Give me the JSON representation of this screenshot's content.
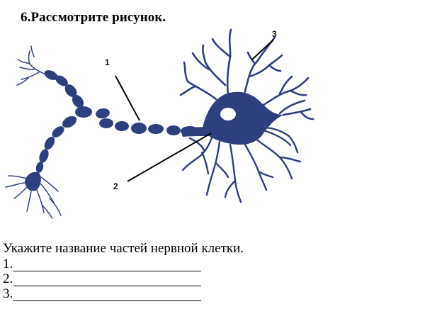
{
  "task": {
    "title": "6.Рассмотрите рисунок.",
    "prompt": "Укажите название частей нервной клетки.",
    "answers": [
      {
        "number": "1.",
        "value": ""
      },
      {
        "number": "2.",
        "value": ""
      },
      {
        "number": "3.",
        "value": ""
      }
    ]
  },
  "figure": {
    "subject": "neuron-diagram",
    "neuron_color": "#2e3f7f",
    "labels": [
      {
        "text": "1",
        "points_to": "axon"
      },
      {
        "text": "2",
        "points_to": "cell-body"
      },
      {
        "text": "3",
        "points_to": "dendrite"
      }
    ]
  }
}
